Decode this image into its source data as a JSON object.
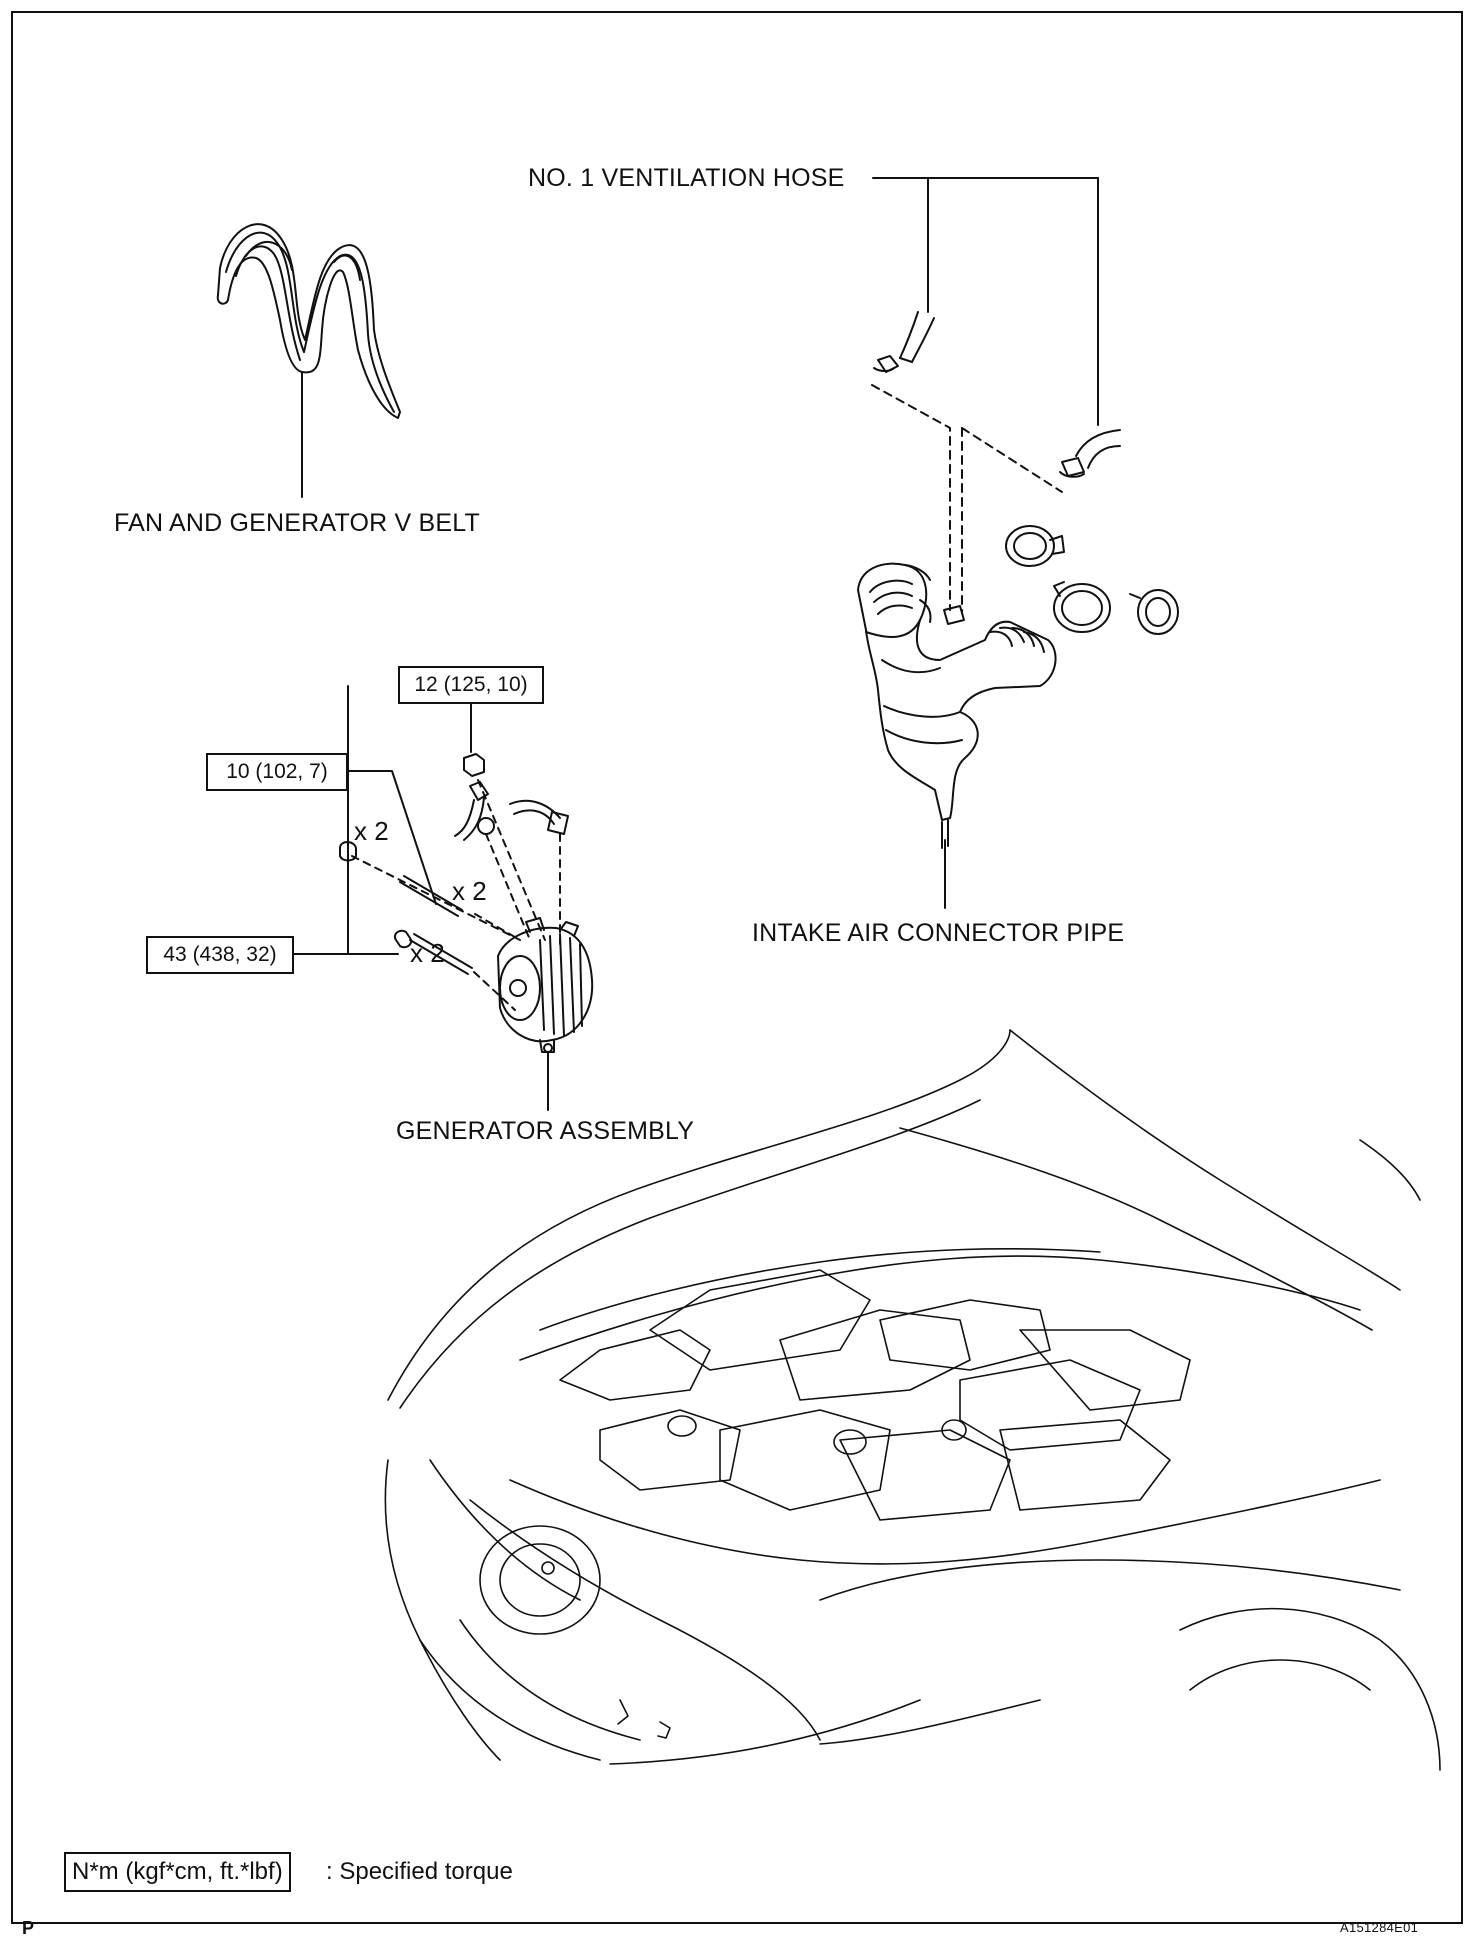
{
  "labels": {
    "ventilation_hose": "NO. 1 VENTILATION HOSE",
    "fan_belt": "FAN AND GENERATOR V BELT",
    "intake_pipe": "INTAKE AIR CONNECTOR PIPE",
    "generator": "GENERATOR ASSEMBLY"
  },
  "torques": {
    "terminal_nut": "12 (125, 10)",
    "stud_bolt": "10 (102, 7)",
    "mount_bolt": "43 (438, 32)"
  },
  "quantities": {
    "nut": "x 2",
    "stud": "x 2",
    "bolt": "x 2"
  },
  "legend": {
    "unit_box": "N*m (kgf*cm, ft.*lbf)",
    "description": ": Specified torque"
  },
  "section_code": "P",
  "figure_id": "A151284E01"
}
